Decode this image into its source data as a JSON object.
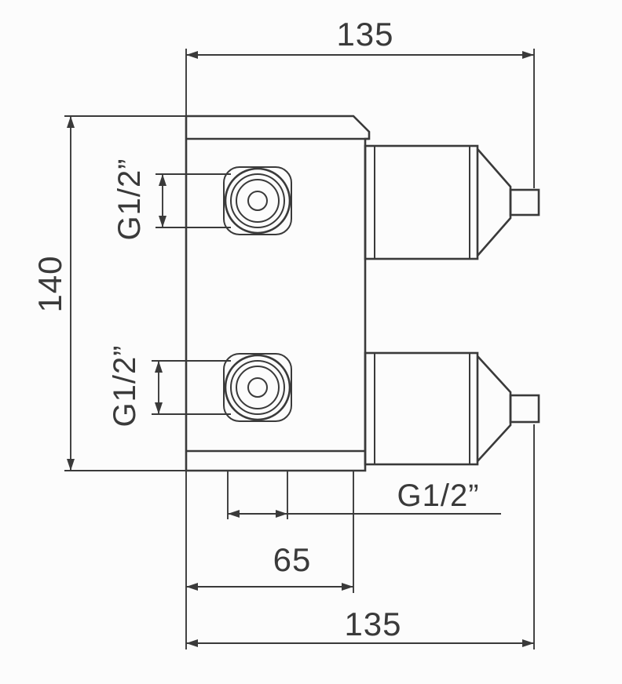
{
  "theme": {
    "line_color": "#3a3a3a",
    "background": "#fcfcfc"
  },
  "drawing": {
    "type": "technical-dimension-drawing",
    "subject": "concealed-two-valve-mixer-body",
    "dim_top_width": "135",
    "dim_overall_height": "140",
    "thread_top_port": "G1/2”",
    "thread_bottom_port": "G1/2”",
    "thread_outlet": "G1/2”",
    "dim_port_spacing": "65",
    "dim_bottom_width": "135"
  }
}
